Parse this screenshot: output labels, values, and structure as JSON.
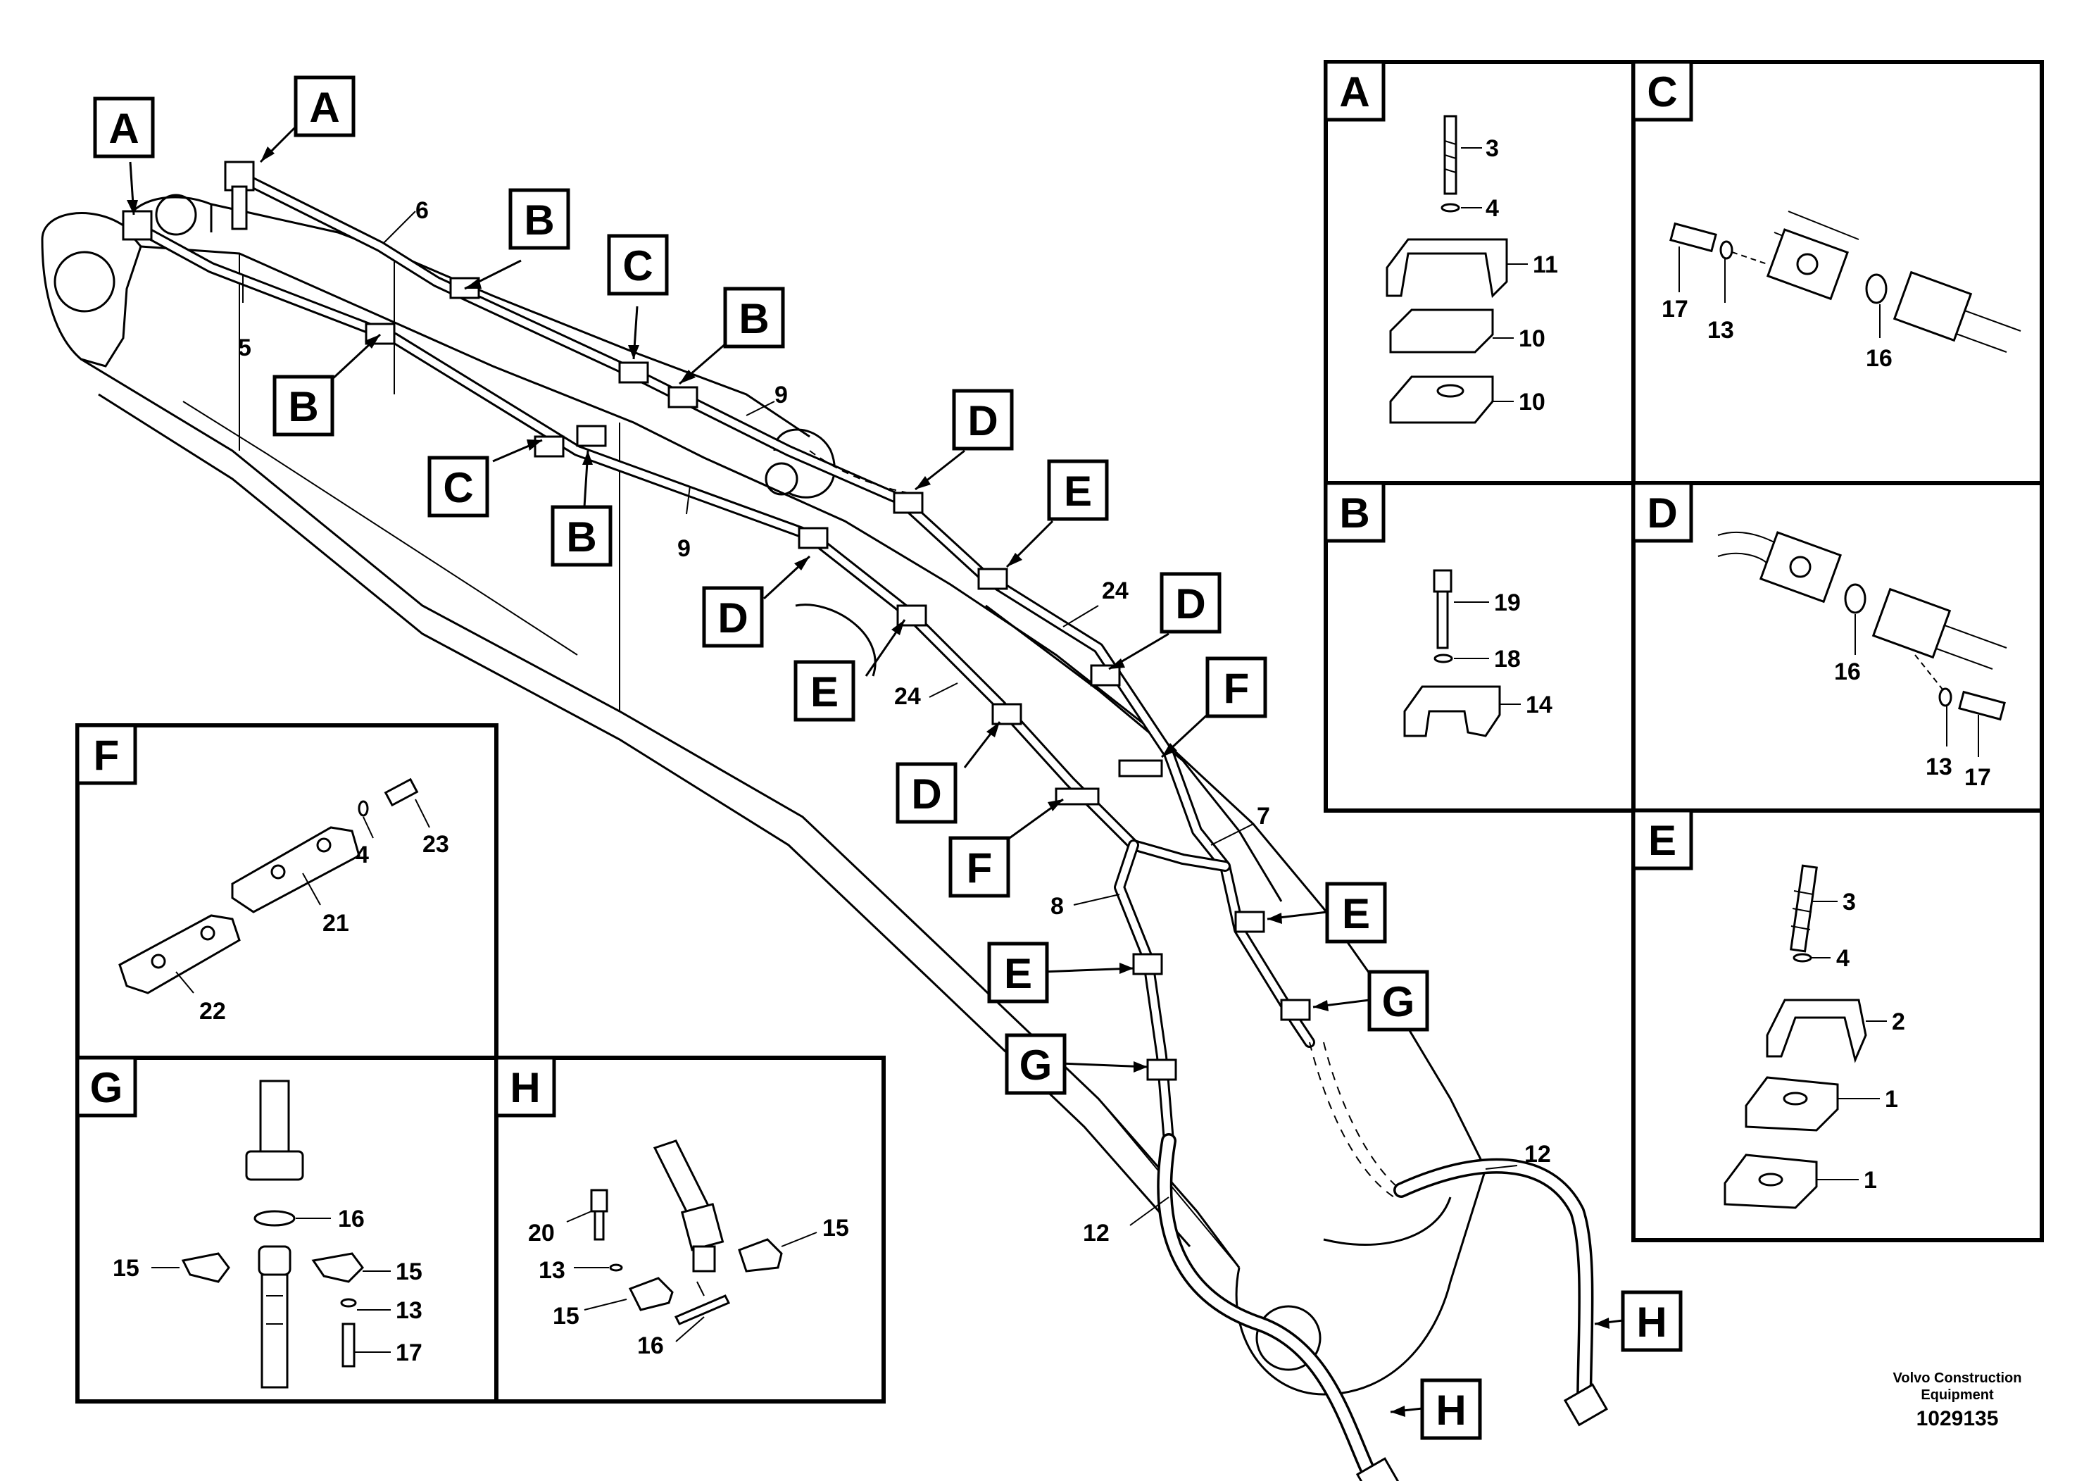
{
  "brand": {
    "line1": "Volvo Construction",
    "line2": "Equipment",
    "code": "1029135"
  },
  "callouts": {
    "a1": "A",
    "a2": "A",
    "b1": "B",
    "b2": "B",
    "b3": "B",
    "b4": "B",
    "c1": "C",
    "c2": "C",
    "d1": "D",
    "d2": "D",
    "d3": "D",
    "d4": "D",
    "e1": "E",
    "e2": "E",
    "e3": "E",
    "e4": "E",
    "f1": "F",
    "f2": "F",
    "g1": "G",
    "g2": "G",
    "h1": "H",
    "h2": "H"
  },
  "main_numbers": {
    "n6": "6",
    "n5": "5",
    "n9a": "9",
    "n9b": "9",
    "n24a": "24",
    "n24b": "24",
    "n7": "7",
    "n8": "8",
    "n12a": "12",
    "n12b": "12"
  },
  "panels": {
    "A": {
      "title": "A",
      "labels": [
        "3",
        "4",
        "11",
        "10",
        "10"
      ]
    },
    "B": {
      "title": "B",
      "labels": [
        "19",
        "18",
        "14"
      ]
    },
    "C": {
      "title": "C",
      "labels": [
        "17",
        "13",
        "16"
      ]
    },
    "D": {
      "title": "D",
      "labels": [
        "16",
        "13",
        "17"
      ]
    },
    "E": {
      "title": "E",
      "labels": [
        "3",
        "4",
        "2",
        "1",
        "1"
      ]
    },
    "F": {
      "title": "F",
      "labels": [
        "4",
        "23",
        "21",
        "22"
      ]
    },
    "G": {
      "title": "G",
      "labels": [
        "16",
        "15",
        "15",
        "13",
        "17"
      ]
    },
    "H": {
      "title": "H",
      "labels": [
        "15",
        "20",
        "13",
        "15",
        "16"
      ]
    }
  }
}
